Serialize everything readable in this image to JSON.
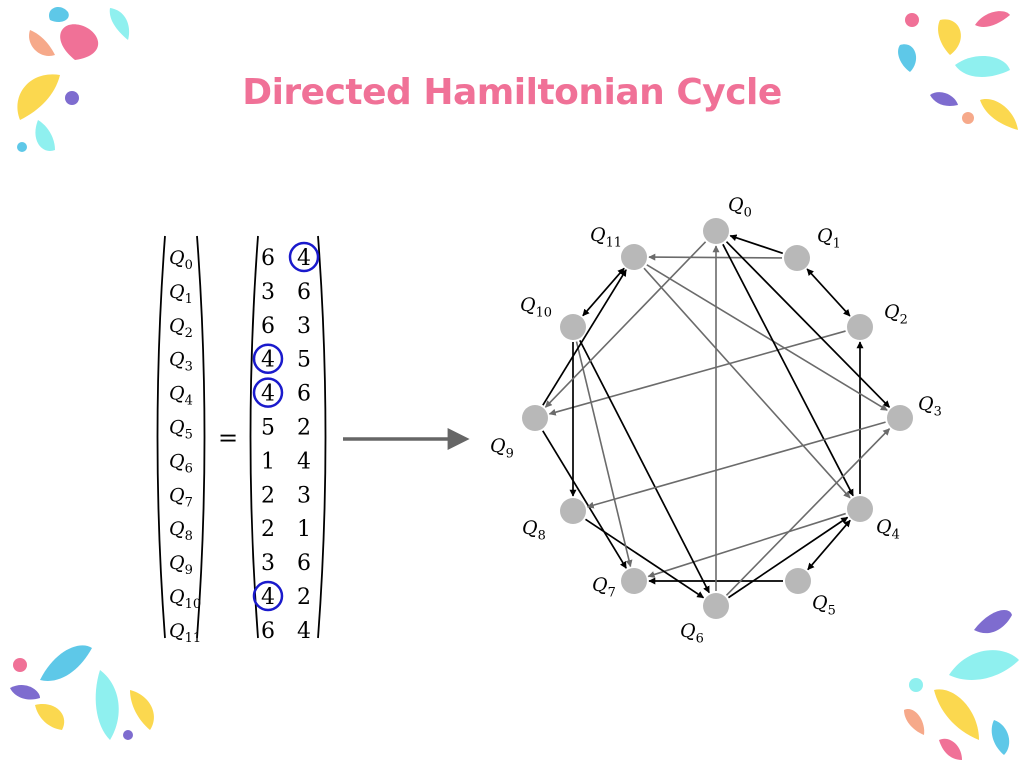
{
  "title": "Directed Hamiltonian Cycle",
  "colors": {
    "title": "#f07197",
    "node": "#b8b8b8",
    "edge_dark": "#000000",
    "edge_gray": "#6b6b6b",
    "circle_highlight": "#1a1acc",
    "arrow": "#666666"
  },
  "equals_sign": "=",
  "vector_labels": [
    {
      "base": "Q",
      "sub": "0"
    },
    {
      "base": "Q",
      "sub": "1"
    },
    {
      "base": "Q",
      "sub": "2"
    },
    {
      "base": "Q",
      "sub": "3"
    },
    {
      "base": "Q",
      "sub": "4"
    },
    {
      "base": "Q",
      "sub": "5"
    },
    {
      "base": "Q",
      "sub": "6"
    },
    {
      "base": "Q",
      "sub": "7"
    },
    {
      "base": "Q",
      "sub": "8"
    },
    {
      "base": "Q",
      "sub": "9"
    },
    {
      "base": "Q",
      "sub": "10"
    },
    {
      "base": "Q",
      "sub": "11"
    }
  ],
  "matrix": [
    [
      "6",
      "4"
    ],
    [
      "3",
      "6"
    ],
    [
      "6",
      "3"
    ],
    [
      "4",
      "5"
    ],
    [
      "4",
      "6"
    ],
    [
      "5",
      "2"
    ],
    [
      "1",
      "4"
    ],
    [
      "2",
      "3"
    ],
    [
      "2",
      "1"
    ],
    [
      "3",
      "6"
    ],
    [
      "4",
      "2"
    ],
    [
      "6",
      "4"
    ]
  ],
  "circled_cells": [
    [
      0,
      1
    ],
    [
      3,
      0
    ],
    [
      4,
      0
    ],
    [
      10,
      0
    ]
  ],
  "graph": {
    "nodes": [
      {
        "id": 0,
        "label": "Q",
        "sub": "0"
      },
      {
        "id": 1,
        "label": "Q",
        "sub": "1"
      },
      {
        "id": 2,
        "label": "Q",
        "sub": "2"
      },
      {
        "id": 3,
        "label": "Q",
        "sub": "3"
      },
      {
        "id": 4,
        "label": "Q",
        "sub": "4"
      },
      {
        "id": 5,
        "label": "Q",
        "sub": "5"
      },
      {
        "id": 6,
        "label": "Q",
        "sub": "6"
      },
      {
        "id": 7,
        "label": "Q",
        "sub": "7"
      },
      {
        "id": 8,
        "label": "Q",
        "sub": "8"
      },
      {
        "id": 9,
        "label": "Q",
        "sub": "9"
      },
      {
        "id": 10,
        "label": "Q",
        "sub": "10"
      },
      {
        "id": 11,
        "label": "Q",
        "sub": "11"
      }
    ],
    "edges": [
      {
        "from": 1,
        "to": 0,
        "style": "dark",
        "double": false
      },
      {
        "from": 1,
        "to": 11,
        "style": "gray",
        "double": false
      },
      {
        "from": 1,
        "to": 2,
        "style": "dark",
        "double": true
      },
      {
        "from": 2,
        "to": 9,
        "style": "gray",
        "double": false
      },
      {
        "from": 4,
        "to": 2,
        "style": "dark",
        "double": false
      },
      {
        "from": 0,
        "to": 3,
        "style": "dark",
        "double": false
      },
      {
        "from": 11,
        "to": 3,
        "style": "gray",
        "double": false
      },
      {
        "from": 0,
        "to": 4,
        "style": "dark",
        "double": false
      },
      {
        "from": 11,
        "to": 4,
        "style": "gray",
        "double": false
      },
      {
        "from": 4,
        "to": 5,
        "style": "dark",
        "double": true
      },
      {
        "from": 5,
        "to": 7,
        "style": "dark",
        "double": false
      },
      {
        "from": 4,
        "to": 7,
        "style": "gray",
        "double": false
      },
      {
        "from": 6,
        "to": 4,
        "style": "dark",
        "double": false
      },
      {
        "from": 6,
        "to": 3,
        "style": "gray",
        "double": false
      },
      {
        "from": 10,
        "to": 6,
        "style": "dark",
        "double": false
      },
      {
        "from": 8,
        "to": 6,
        "style": "dark",
        "double": false
      },
      {
        "from": 6,
        "to": 0,
        "style": "gray",
        "double": false
      },
      {
        "from": 10,
        "to": 7,
        "style": "gray",
        "double": false
      },
      {
        "from": 9,
        "to": 7,
        "style": "dark",
        "double": false
      },
      {
        "from": 3,
        "to": 8,
        "style": "gray",
        "double": false
      },
      {
        "from": 10,
        "to": 8,
        "style": "dark",
        "double": false
      },
      {
        "from": 9,
        "to": 11,
        "style": "dark",
        "double": false
      },
      {
        "from": 0,
        "to": 9,
        "style": "gray",
        "double": false
      },
      {
        "from": 10,
        "to": 11,
        "style": "dark",
        "double": true
      }
    ]
  }
}
